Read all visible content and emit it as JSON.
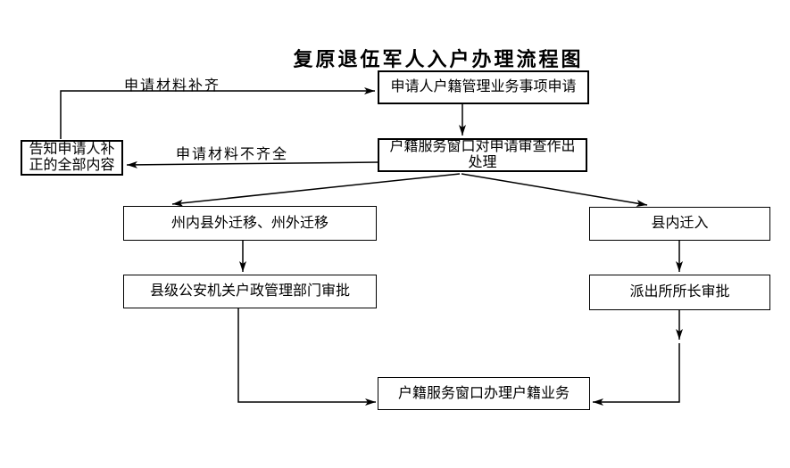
{
  "title": "复原退伍军人入户办理流程图",
  "nodes": {
    "apply": "申请人户籍管理业务事项申请",
    "review": "户籍服务窗口对申请审查作出处理",
    "notify": "告知申请人补正的全部内容",
    "transfer_out": "州内县外迁移、州外迁移",
    "transfer_in": "县内迁入",
    "county_approval": "县级公安机关户政管理部门审批",
    "station_approval": "派出所所长审批",
    "handle": "户籍服务窗口办理户籍业务"
  },
  "edge_labels": {
    "materials_complete": "申请材料补齐",
    "materials_incomplete": "申请材料不齐全"
  },
  "colors": {
    "line": "#000000",
    "text": "#000000",
    "background": "#ffffff"
  }
}
